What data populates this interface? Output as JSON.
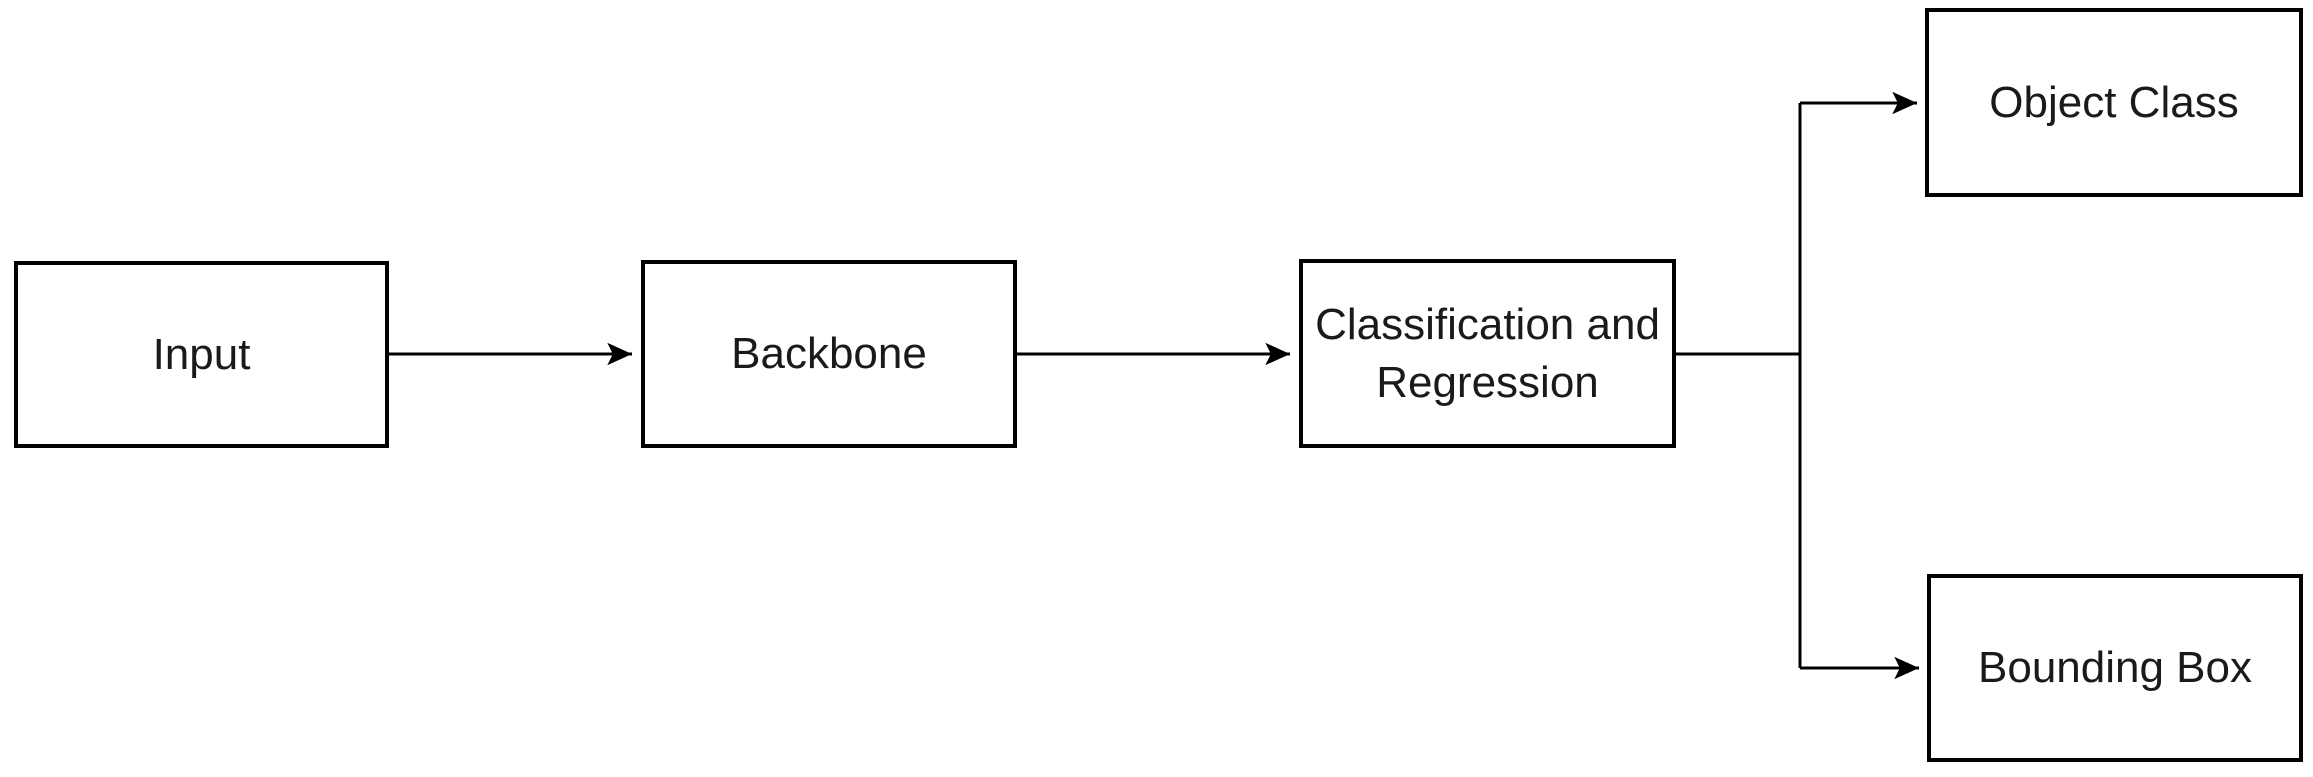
{
  "diagram": {
    "type": "flowchart",
    "background_color": "#ffffff",
    "stroke_color": "#000000",
    "text_color": "#1a1a1a",
    "nodes": [
      {
        "id": "input",
        "label": "Input"
      },
      {
        "id": "backbone",
        "label": "Backbone"
      },
      {
        "id": "cls_reg",
        "label": "Classification and Regression"
      },
      {
        "id": "object_class",
        "label": "Object Class"
      },
      {
        "id": "bounding_box",
        "label": "Bounding Box"
      }
    ],
    "edges": [
      {
        "from": "input",
        "to": "backbone",
        "arrow": "end"
      },
      {
        "from": "backbone",
        "to": "cls_reg",
        "arrow": "end"
      },
      {
        "from": "cls_reg",
        "to": "object_class",
        "arrow": "end"
      },
      {
        "from": "cls_reg",
        "to": "bounding_box",
        "arrow": "end"
      }
    ]
  }
}
